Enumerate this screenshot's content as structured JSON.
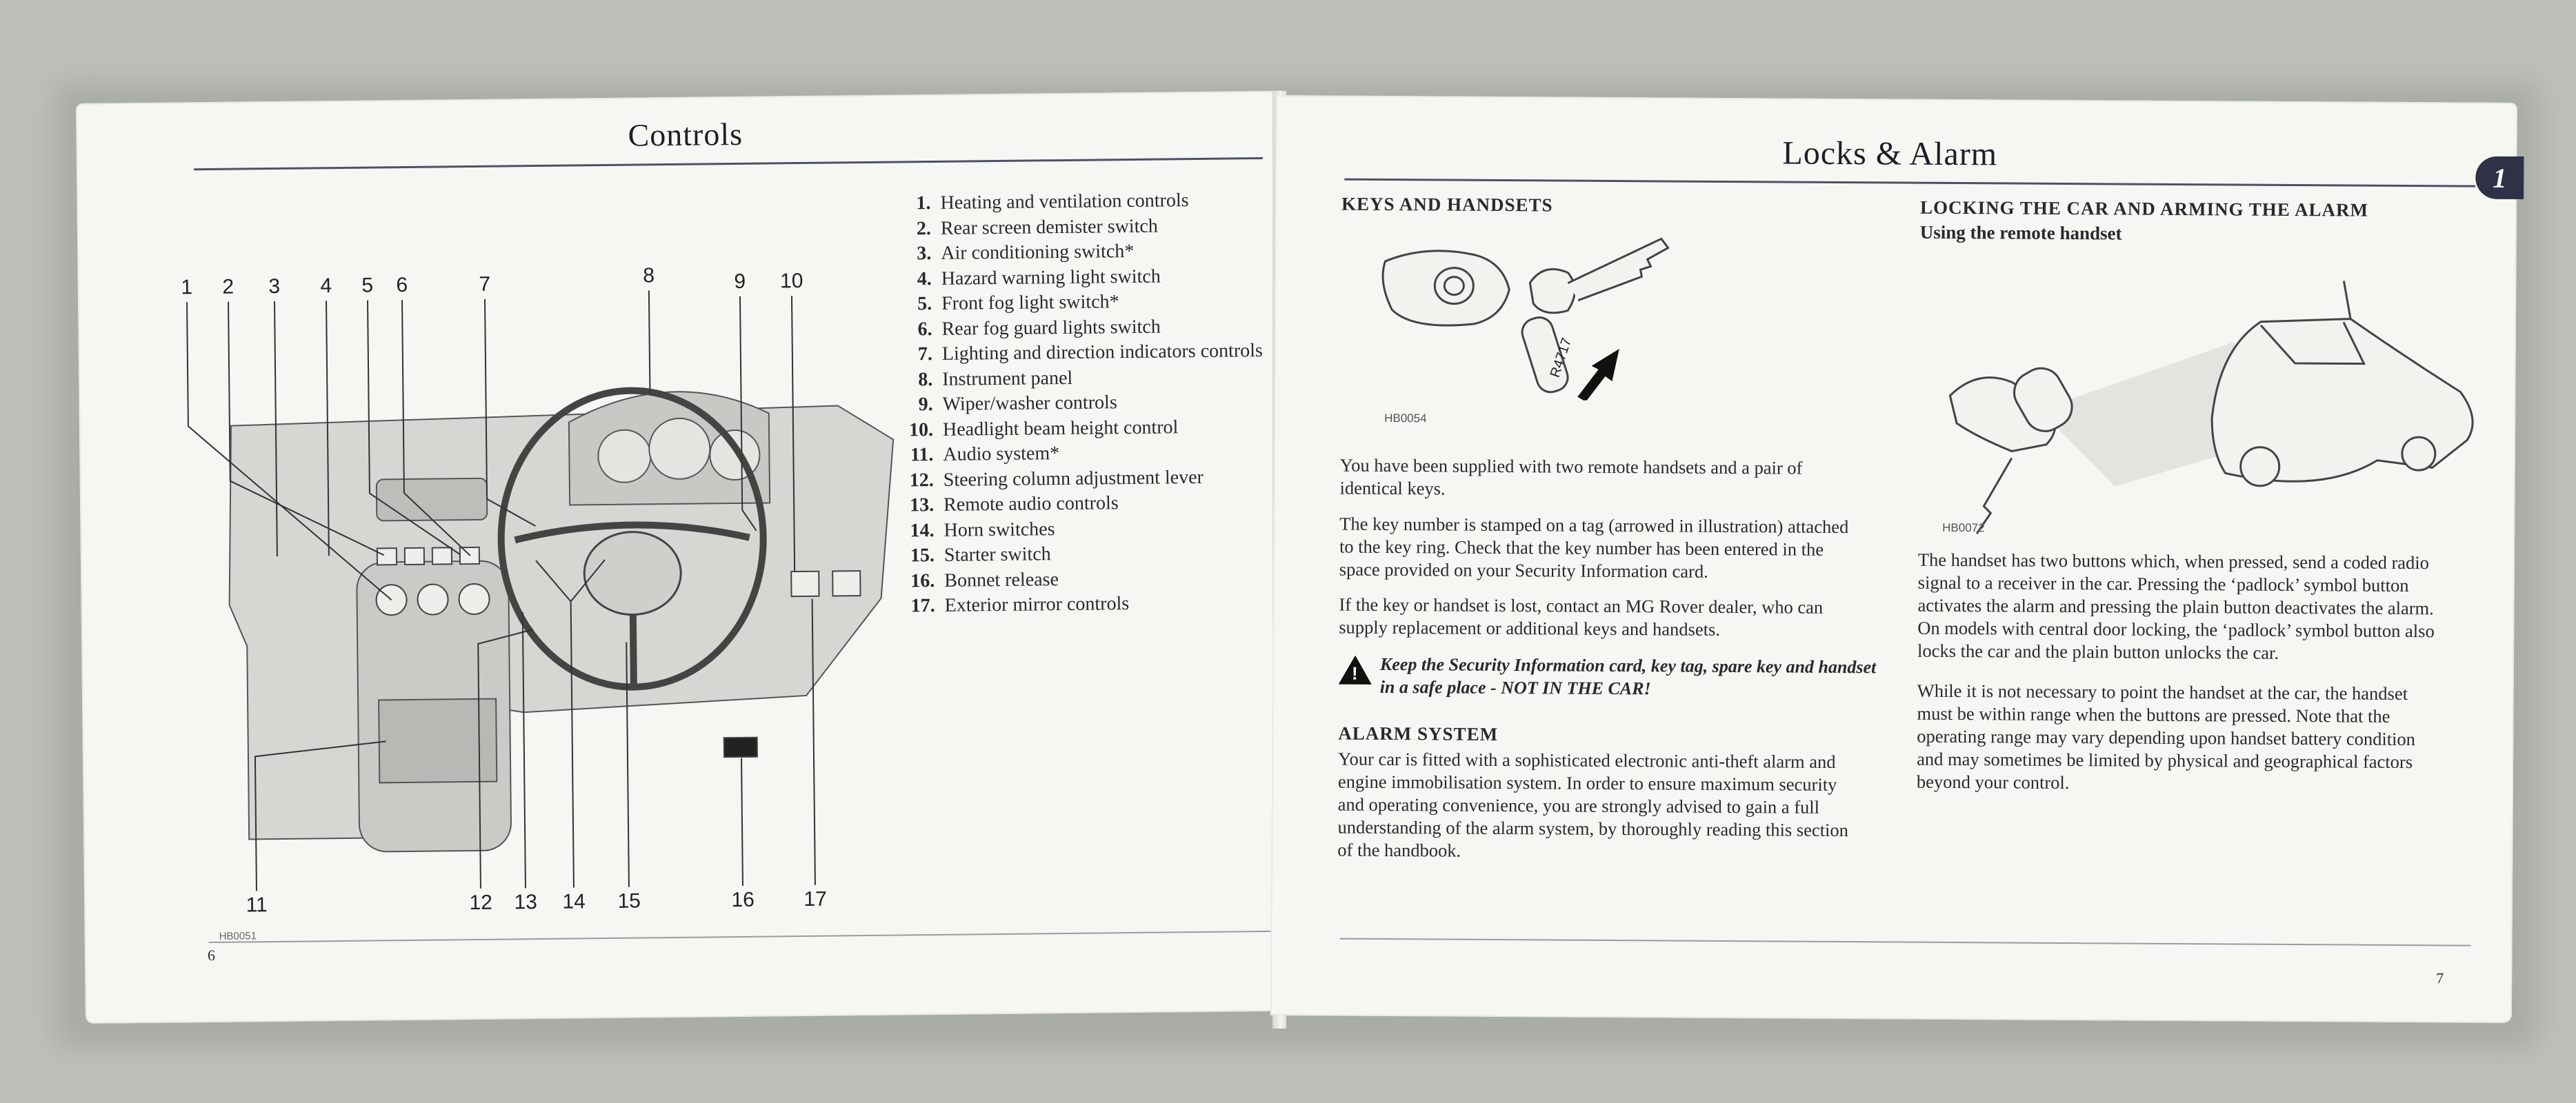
{
  "left_page": {
    "title": "Controls",
    "figure_code": "HB0051",
    "page_number": "6",
    "callout_numbers": [
      "1",
      "2",
      "3",
      "4",
      "5",
      "6",
      "7",
      "8",
      "9",
      "10",
      "11",
      "12",
      "13",
      "14",
      "15",
      "16",
      "17"
    ],
    "list": [
      {
        "n": "1.",
        "label": "Heating and ventilation controls"
      },
      {
        "n": "2.",
        "label": "Rear screen demister switch"
      },
      {
        "n": "3.",
        "label": "Air conditioning switch*"
      },
      {
        "n": "4.",
        "label": "Hazard warning light switch"
      },
      {
        "n": "5.",
        "label": "Front fog light switch*"
      },
      {
        "n": "6.",
        "label": "Rear fog guard lights switch"
      },
      {
        "n": "7.",
        "label": "Lighting and direction indicators controls"
      },
      {
        "n": "8.",
        "label": "Instrument panel"
      },
      {
        "n": "9.",
        "label": "Wiper/washer controls"
      },
      {
        "n": "10.",
        "label": "Headlight beam height control"
      },
      {
        "n": "11.",
        "label": "Audio system*"
      },
      {
        "n": "12.",
        "label": "Steering column adjustment lever"
      },
      {
        "n": "13.",
        "label": "Remote audio controls"
      },
      {
        "n": "14.",
        "label": "Horn switches"
      },
      {
        "n": "15.",
        "label": "Starter switch"
      },
      {
        "n": "16.",
        "label": "Bonnet release"
      },
      {
        "n": "17.",
        "label": "Exterior mirror controls"
      }
    ]
  },
  "right_page": {
    "title": "Locks & Alarm",
    "chapter_tab": "1",
    "page_number": "7",
    "keys": {
      "heading": "KEYS AND HANDSETS",
      "figure_code": "HB0054",
      "tag_text": "R4717",
      "p1": "You have been supplied with two remote handsets and a pair of identical keys.",
      "p2": "The key number is stamped on a tag (arrowed in illustration) attached to the key ring. Check that the key number has been entered in the space provided on your Security Information card.",
      "p3": "If the key or handset is lost, contact an MG Rover dealer, who can supply replacement or additional keys and handsets.",
      "warning": "Keep the Security Information card, key tag, spare key and handset in a safe place - NOT IN THE CAR!"
    },
    "alarm": {
      "heading": "ALARM SYSTEM",
      "p1": "Your car is fitted with a sophisticated electronic anti-theft alarm and engine immobilisation system. In order to ensure maximum security and operating convenience, you are strongly advised to gain a full understanding of the alarm system, by thoroughly reading this section of the handbook."
    },
    "locking": {
      "heading": "LOCKING THE CAR AND ARMING THE ALARM",
      "subheading": "Using the remote handset",
      "figure_code": "HB0072",
      "p1": "The handset has two buttons which, when pressed, send a coded radio signal to a receiver in the car. Pressing the ‘padlock’ symbol button activates the alarm and pressing the plain button deactivates the alarm. On models with central door locking, the ‘padlock’ symbol button also locks the car and the plain button unlocks the car.",
      "p2": "While it is not necessary to point the handset at the car, the handset must be within range when the buttons are pressed. Note that the operating range may vary depending upon handset battery condition and may sometimes be limited by physical and geographical factors beyond your control."
    }
  }
}
